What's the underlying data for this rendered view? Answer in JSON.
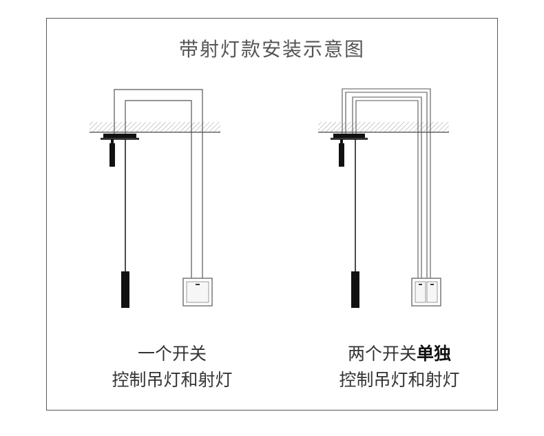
{
  "title": "带射灯款安装示意图",
  "left": {
    "line1": "一个开关",
    "line2": "控制吊灯和射灯"
  },
  "right": {
    "line1_normal": "两个开关",
    "line1_bold": "单独",
    "line2": "控制吊灯和射灯"
  },
  "colors": {
    "frame": "#555555",
    "wire": "#555555",
    "lamp": "#111111",
    "text": "#333333"
  }
}
